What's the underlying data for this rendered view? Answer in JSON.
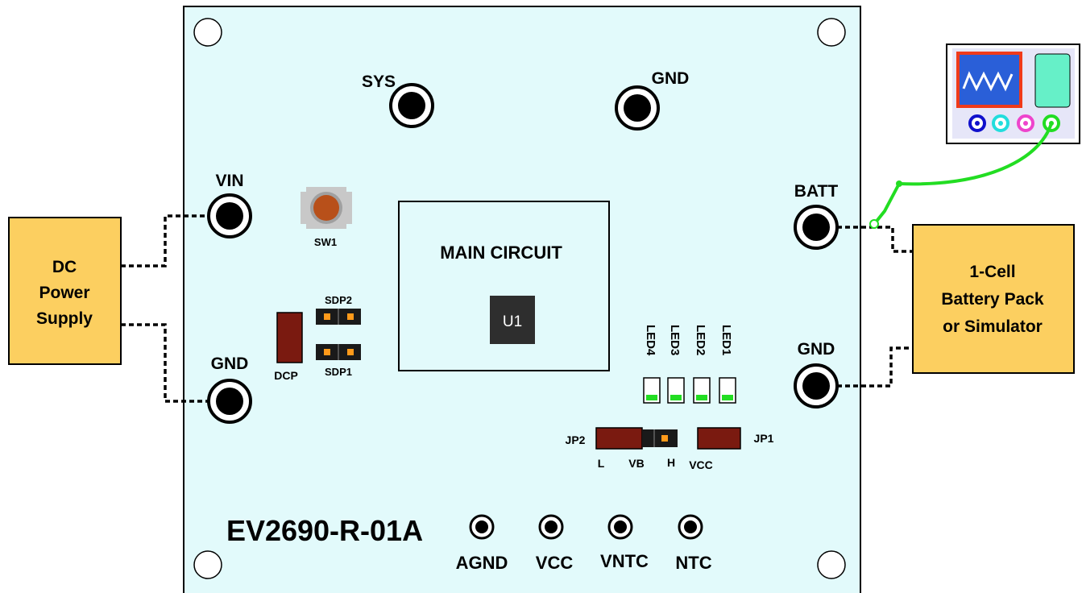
{
  "board": {
    "name": "EV2690-R-01A",
    "main_circuit": "MAIN CIRCUIT",
    "u1": "U1",
    "sw1": "SW1",
    "dcp": "DCP",
    "sdp1": "SDP1",
    "sdp2": "SDP2",
    "jp1": "JP1",
    "jp2": "JP2",
    "jp_l": "L",
    "jp_vb": "VB",
    "jp_h": "H",
    "jp_vcc": "VCC",
    "leds": [
      "LED4",
      "LED3",
      "LED2",
      "LED1"
    ],
    "terminals": {
      "sys": "SYS",
      "gnd_top": "GND",
      "vin": "VIN",
      "gnd_left": "GND",
      "batt": "BATT",
      "gnd_right": "GND"
    },
    "test_points": [
      "AGND",
      "VCC",
      "VNTC",
      "NTC"
    ]
  },
  "power_supply": {
    "line1": "DC",
    "line2": "Power",
    "line3": "Supply"
  },
  "battery": {
    "line1": "1-Cell",
    "line2": "Battery Pack",
    "line3": "or Simulator"
  },
  "colors": {
    "board": "#e2fafb",
    "box": "#fccf60",
    "terminal": "#000000",
    "led_green": "#22dd22",
    "jumper": "#7a1a10",
    "wire_green": "#22dd22",
    "scope_screen": "#2a5fd8",
    "scope_border": "#f03a1a",
    "scope_panel": "#66f0c8"
  }
}
